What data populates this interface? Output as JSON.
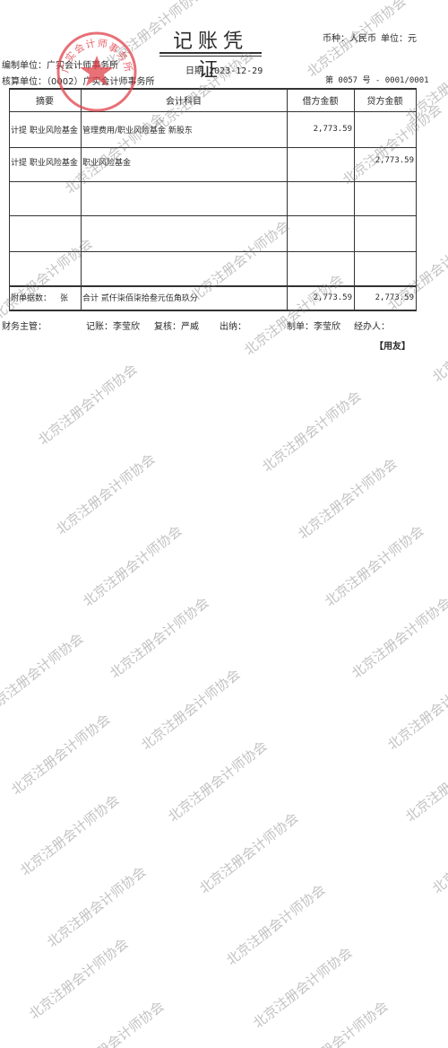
{
  "voucher": {
    "title": "记账凭证",
    "currency": "币种：人民币",
    "unit": "单位：元",
    "preparing_unit": "编制单位：广实会计师事务所",
    "accounting_unit": "核算单位：（0002）广实会计师事务所",
    "date": "日期 2023-12-29",
    "voucher_no": "第 0057 号 - 0001/0001",
    "headers": {
      "summary": "摘要",
      "account": "会计科目",
      "debit": "借方金额",
      "credit": "贷方金额"
    },
    "entries": [
      {
        "summary": "计提 职业风险基金",
        "account": "管理费用/职业风险基金 新股东",
        "debit": "2,773.59",
        "credit": ""
      },
      {
        "summary": "计提 职业风险基金",
        "account": "职业风险基金",
        "debit": "",
        "credit": "2,773.59"
      }
    ],
    "totals": {
      "attachments_label": "附单据数：",
      "attachments_unit": "张",
      "total_label": "合计 贰仟柒佰柒拾叁元伍角玖分",
      "debit": "2,773.59",
      "credit": "2,773.59"
    },
    "signatures": {
      "supervisor": "财务主管：",
      "bookkeeper": "记账：李莹欣",
      "reviewer": "复核：严威",
      "cashier": "出纳：",
      "maker": "制单：李莹欣",
      "handler": "经办人："
    },
    "copy_type": "【用友】"
  },
  "seal": {
    "text": "广实会计师事务所",
    "color": "#e0404a"
  },
  "watermark": {
    "text": "北京注册会计师协会",
    "color": "#888888"
  }
}
